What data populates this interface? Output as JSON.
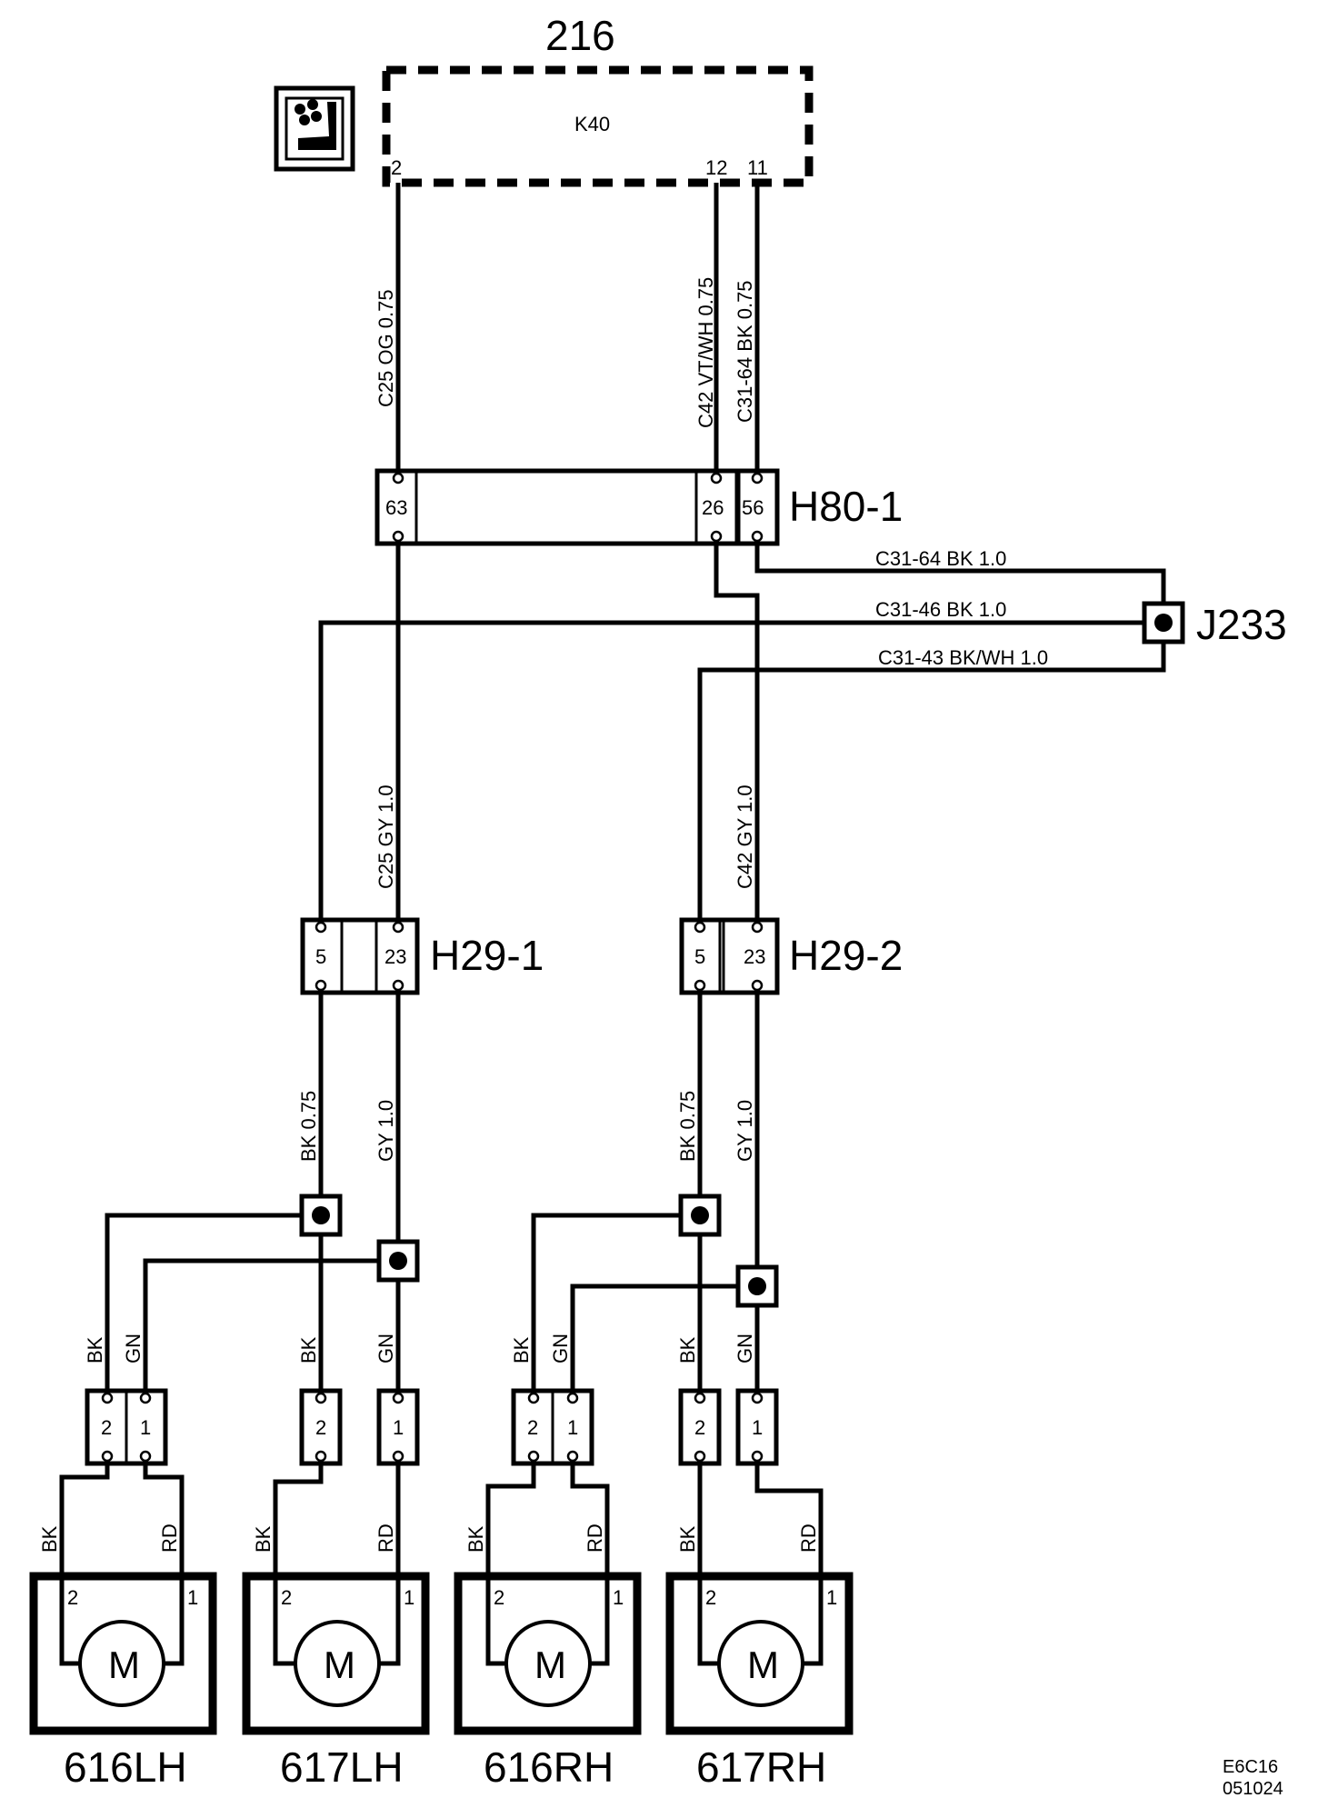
{
  "module": {
    "number": "216",
    "code": "K40",
    "pins": {
      "p2": "2",
      "p12": "12",
      "p11": "11"
    },
    "icon": "seat-ventilation-icon"
  },
  "upper_wires": {
    "w1": "C25  OG  0.75",
    "w2": "C42  VT/WH  0.75",
    "w3": "C31-64  BK  0.75"
  },
  "h80": {
    "label": "H80-1",
    "pins": [
      "63",
      "26",
      "56"
    ]
  },
  "j233": {
    "label": "J233",
    "w_in": "C31-64  BK    1.0",
    "w_left": "C31-46  BK    1.0",
    "w_right": "C31-43  BK/WH  1.0"
  },
  "mid_wires": {
    "left": "C25  GY  1.0",
    "right": "C42  GY  1.0"
  },
  "h29_1": {
    "label": "H29-1",
    "pins": [
      "5",
      "23"
    ]
  },
  "h29_2": {
    "label": "H29-2",
    "pins": [
      "5",
      "23"
    ]
  },
  "lower_wires": {
    "bk": "BK 0.75",
    "gy": "GY 1.0"
  },
  "wire_colors": {
    "bk": "BK",
    "gn": "GN",
    "rd": "RD"
  },
  "connector_pins": {
    "two": "2",
    "one": "1"
  },
  "motors": [
    {
      "label": "616LH",
      "symbol": "M",
      "pin_left": "2",
      "pin_right": "1"
    },
    {
      "label": "617LH",
      "symbol": "M",
      "pin_left": "2",
      "pin_right": "1"
    },
    {
      "label": "616RH",
      "symbol": "M",
      "pin_left": "2",
      "pin_right": "1"
    },
    {
      "label": "617RH",
      "symbol": "M",
      "pin_left": "2",
      "pin_right": "1"
    }
  ],
  "reference": {
    "line1": "E6C16",
    "line2": "051024"
  }
}
